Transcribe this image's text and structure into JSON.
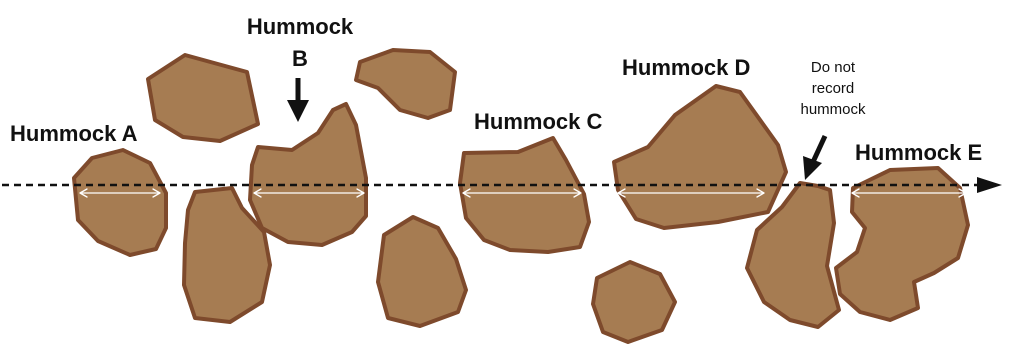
{
  "labels": {
    "hummock_a": "Hummock A",
    "hummock_b_line1": "Hummock",
    "hummock_b_line2": "B",
    "hummock_c": "Hummock C",
    "hummock_d": "Hummock D",
    "hummock_e": "Hummock E",
    "note_line1": "Do not",
    "note_line2": "record",
    "note_line3": "hummock"
  },
  "colors": {
    "hummock_fill": "#A67C52",
    "hummock_outline": "#7E4A2C",
    "transect_line": "#111111",
    "measure_arrow": "#ffffff"
  },
  "icons": {
    "pointer_b": "down-arrow-icon",
    "pointer_note": "diagonal-arrow-icon",
    "transect_end": "arrowhead-icon"
  }
}
